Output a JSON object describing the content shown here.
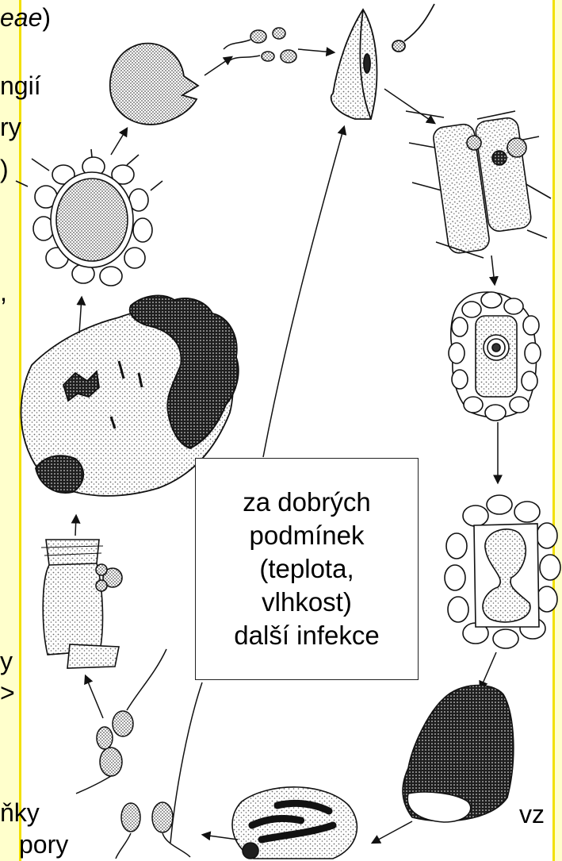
{
  "colors": {
    "left_strip": "#ffffcc",
    "left_strip_edge": "#f2e000",
    "right_strip": "#ffffcc",
    "right_strip_edge": "#f2e000",
    "ink": "#111111",
    "stipple": "#6a6a6a",
    "dark_mass": "#1e1e1e"
  },
  "left_text": {
    "line1_italic": "eae",
    "line1_paren": ")",
    "line2": "ngií",
    "line3": "ry",
    "line4": ")",
    "line5": ",",
    "line6": "y",
    "line7": ">",
    "line8": "ňky",
    "line9": "pory"
  },
  "right_text": {
    "line1": "vz"
  },
  "box": {
    "lines": [
      "za dobrých",
      "podmínek",
      "(teplota,",
      "vlhkost)",
      "další infekce"
    ]
  },
  "stages": [
    "zoospores-top",
    "infected-cell-top",
    "spores-on-root-hairs",
    "encysted-cell",
    "plasmodium-in-cell",
    "sporangium-dark",
    "resting-spores-cell",
    "released-zoospores",
    "zoospore-fusing-on-cell",
    "club-root-gall",
    "resting-spore-in-cell",
    "broken-cyst"
  ]
}
